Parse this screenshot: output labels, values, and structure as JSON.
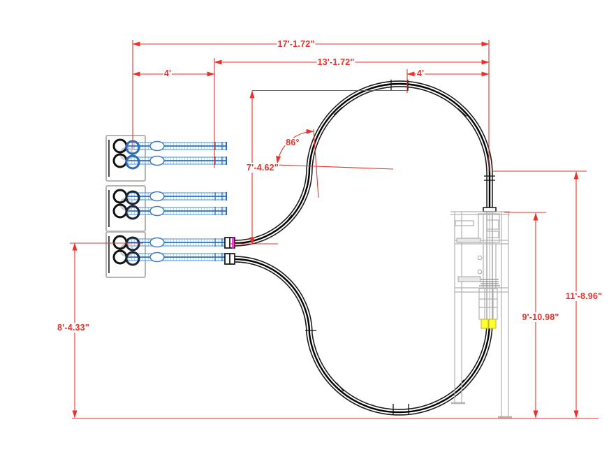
{
  "drawing": {
    "type": "track-plan-cad-drawing",
    "dimensions": {
      "overall_width": "17'-1.72\"",
      "loop_width": "13'-1.72\"",
      "yard_lead_left": "4'",
      "top_right_segment": "4'",
      "loop_top_to_yard": "7'-4.62\"",
      "curve_angle": "86°",
      "yard_to_baseline": "8'-4.33\"",
      "structure_to_baseline": "9'-10.98\"",
      "right_side_height": "11'-8.96\""
    },
    "colors": {
      "dimension_red": "#e8312b",
      "siding_blue": "#4a8fd3",
      "siding_blue_dark": "#2f6db8",
      "track_black": "#000000",
      "structure_gray": "#b0b0b0",
      "connection_magenta": "#ff17e3",
      "section_highlight_yellow": "#ffff2e",
      "background": "#ffffff"
    }
  }
}
